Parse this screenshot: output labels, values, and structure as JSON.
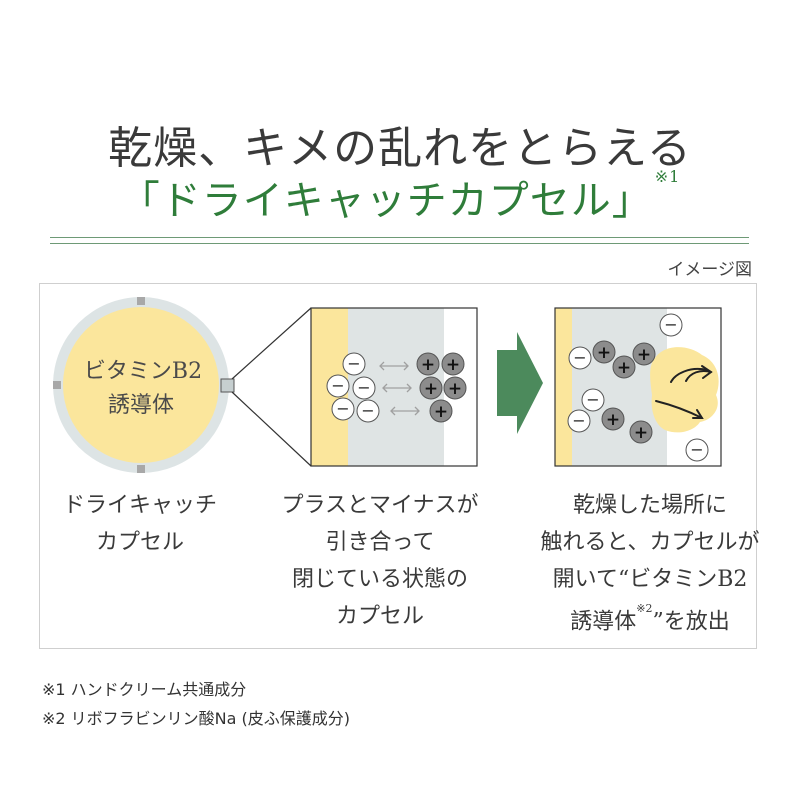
{
  "header": {
    "title_line1": "乾燥、キメの乱れをとらえる",
    "title_line2": "「ドライキャッチカプセル」",
    "title_note": "※1"
  },
  "image_note": "イメージ図",
  "diagram": {
    "capsule_label_line1": "ビタミンB2",
    "capsule_label_line2": "誘導体",
    "minus_sign": "−",
    "plus_sign": "+"
  },
  "captions": {
    "left": [
      "ドライキャッチ",
      "カプセル"
    ],
    "middle": [
      "プラスとマイナスが",
      "引き合って",
      "閉じている状態の",
      "カプセル"
    ],
    "right_line1": "乾燥した場所に",
    "right_line2": "触れると、カプセルが",
    "right_line3": "開いて“ビタミンB2",
    "right_line4_a": "誘導体",
    "right_line4_note": "※2",
    "right_line4_b": "”を放出"
  },
  "footnotes": [
    "※1 ハンドクリーム共通成分",
    "※2 リボフラビンリン酸Na (皮ふ保護成分)"
  ],
  "colors": {
    "title_green": "#2f7d3a",
    "capsule_yellow": "#fbe69c",
    "capsule_ring": "#dde4e5",
    "arrow_green": "#4c8a5c",
    "panel_gray": "#dfe4e4"
  }
}
